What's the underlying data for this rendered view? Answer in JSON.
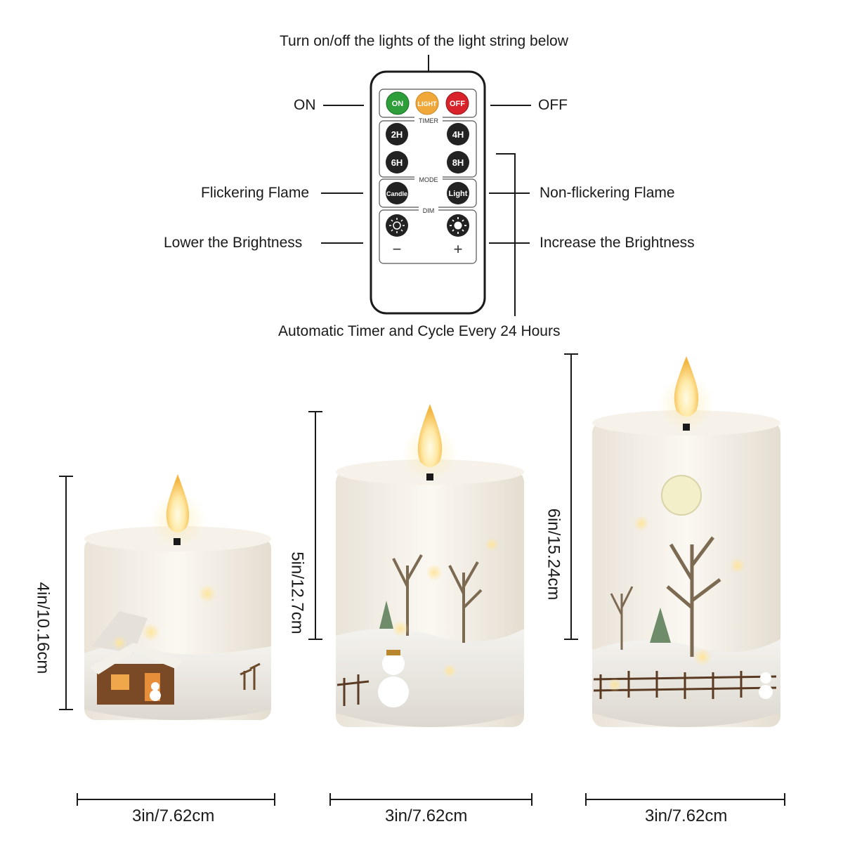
{
  "remote": {
    "top_caption": "Turn on/off the lights of the light string below",
    "bottom_caption": "Automatic Timer and Cycle Every 24 Hours",
    "labels": {
      "on": "ON",
      "off": "OFF",
      "flickering": "Flickering Flame",
      "non_flickering": "Non-flickering Flame",
      "lower": "Lower the Brightness",
      "increase": "Increase the Brightness"
    },
    "buttons": {
      "on": "ON",
      "light": "LIGHT",
      "off": "OFF",
      "timer_section": "TIMER",
      "t2": "2H",
      "t4": "4H",
      "t6": "6H",
      "t8": "8H",
      "mode_section": "MODE",
      "candle": "Candle",
      "light_mode": "Light",
      "dim_section": "DIM",
      "minus": "−",
      "plus": "+"
    },
    "colors": {
      "on": "#2e9e3a",
      "light": "#f0a83a",
      "off": "#d8232a",
      "dark": "#222222"
    }
  },
  "candles": [
    {
      "height_label": "4in/10.16cm",
      "width_label": "3in/7.62cm"
    },
    {
      "height_label": "5in/12.7cm",
      "width_label": "3in/7.62cm"
    },
    {
      "height_label": "6in/15.24cm",
      "width_label": "3in/7.62cm"
    }
  ]
}
